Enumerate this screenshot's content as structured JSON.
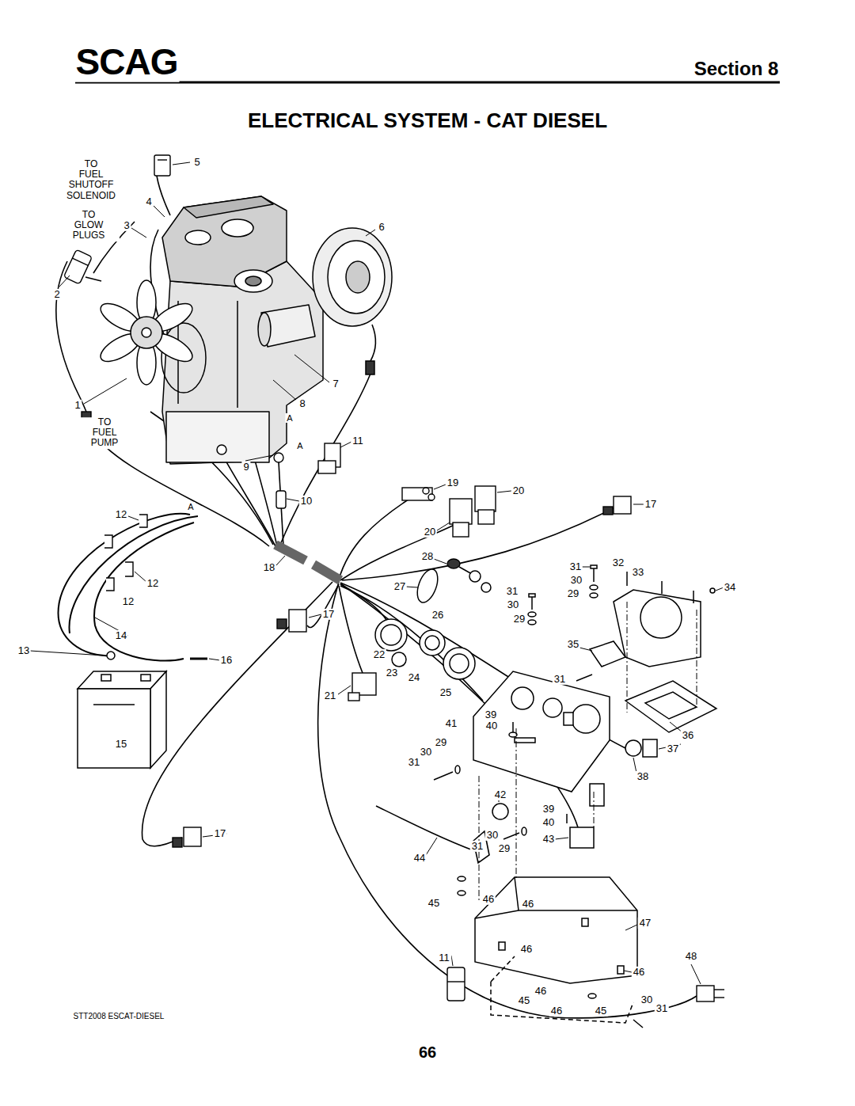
{
  "diagram": {
    "title": "ELECTRICAL SYSTEM - CAT DIESEL",
    "labels": [
      "SCAG",
      "Section 8",
      "TO FUEL SHUTOFF SOLENOID",
      "5",
      "4",
      "TO GLOW PLUGS",
      "3",
      "6",
      "2",
      "7",
      "1",
      "8",
      "A",
      "TO FUEL PUMP",
      "A",
      "11",
      "9",
      "19",
      "20",
      "10",
      "17",
      "12",
      "A",
      "20",
      "18",
      "28",
      "31",
      "32",
      "33",
      "34",
      "12",
      "27",
      "30",
      "31",
      "29",
      "12",
      "30",
      "17",
      "26",
      "29",
      "14",
      "35",
      "13",
      "16",
      "22",
      "23",
      "24",
      "31",
      "25",
      "21",
      "39",
      "41",
      "40",
      "36",
      "29",
      "15",
      "37",
      "30",
      "31",
      "38",
      "42",
      "39",
      "40",
      "17",
      "30",
      "43",
      "31",
      "29",
      "44",
      "46",
      "45",
      "46",
      "47",
      "46",
      "48",
      "11",
      "46",
      "46",
      "30",
      "45",
      "31",
      "46",
      "45",
      "STT2008 ESCAT-DIESEL",
      "66"
    ]
  }
}
